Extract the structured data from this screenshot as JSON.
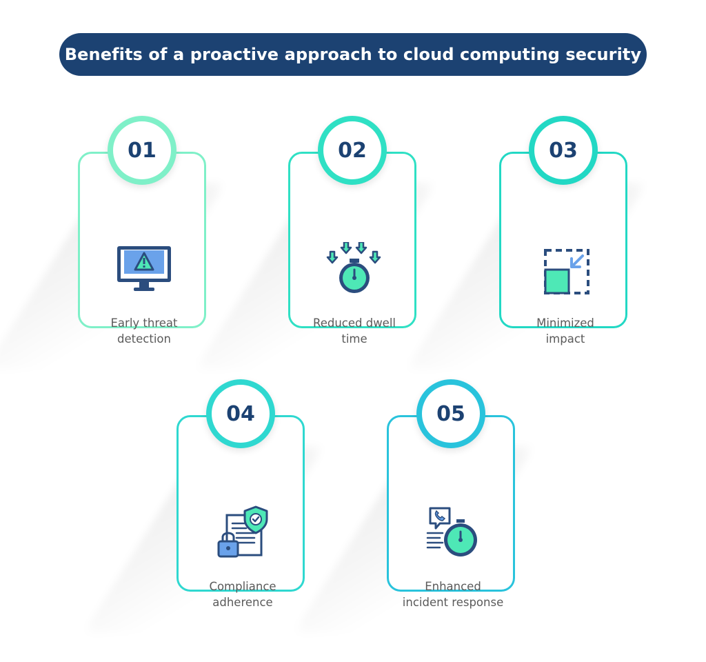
{
  "title": "Benefits of a proactive approach to cloud computing security",
  "benefits": [
    {
      "number": "01",
      "line1": "Early threat",
      "line2": "detection",
      "icon": "monitor-warning-icon",
      "color": "#7ff0c8"
    },
    {
      "number": "02",
      "line1": "Reduced dwell",
      "line2": "time",
      "icon": "stopwatch-arrows-icon",
      "color": "#2fe0c4"
    },
    {
      "number": "03",
      "line1": "Minimized",
      "line2": "impact",
      "icon": "minimize-square-icon",
      "color": "#22d8c4"
    },
    {
      "number": "04",
      "line1": "Compliance",
      "line2": "adherence",
      "icon": "document-shield-lock-icon",
      "color": "#2fd8d0"
    },
    {
      "number": "05",
      "line1": "Enhanced",
      "line2": "incident response",
      "icon": "phone-stopwatch-icon",
      "color": "#29c3dc"
    }
  ],
  "colors": {
    "navy": "#1c4272",
    "icon_outline": "#2b4d7e",
    "icon_fill": "#4ee8b6",
    "icon_blue": "#6aa2ea"
  }
}
